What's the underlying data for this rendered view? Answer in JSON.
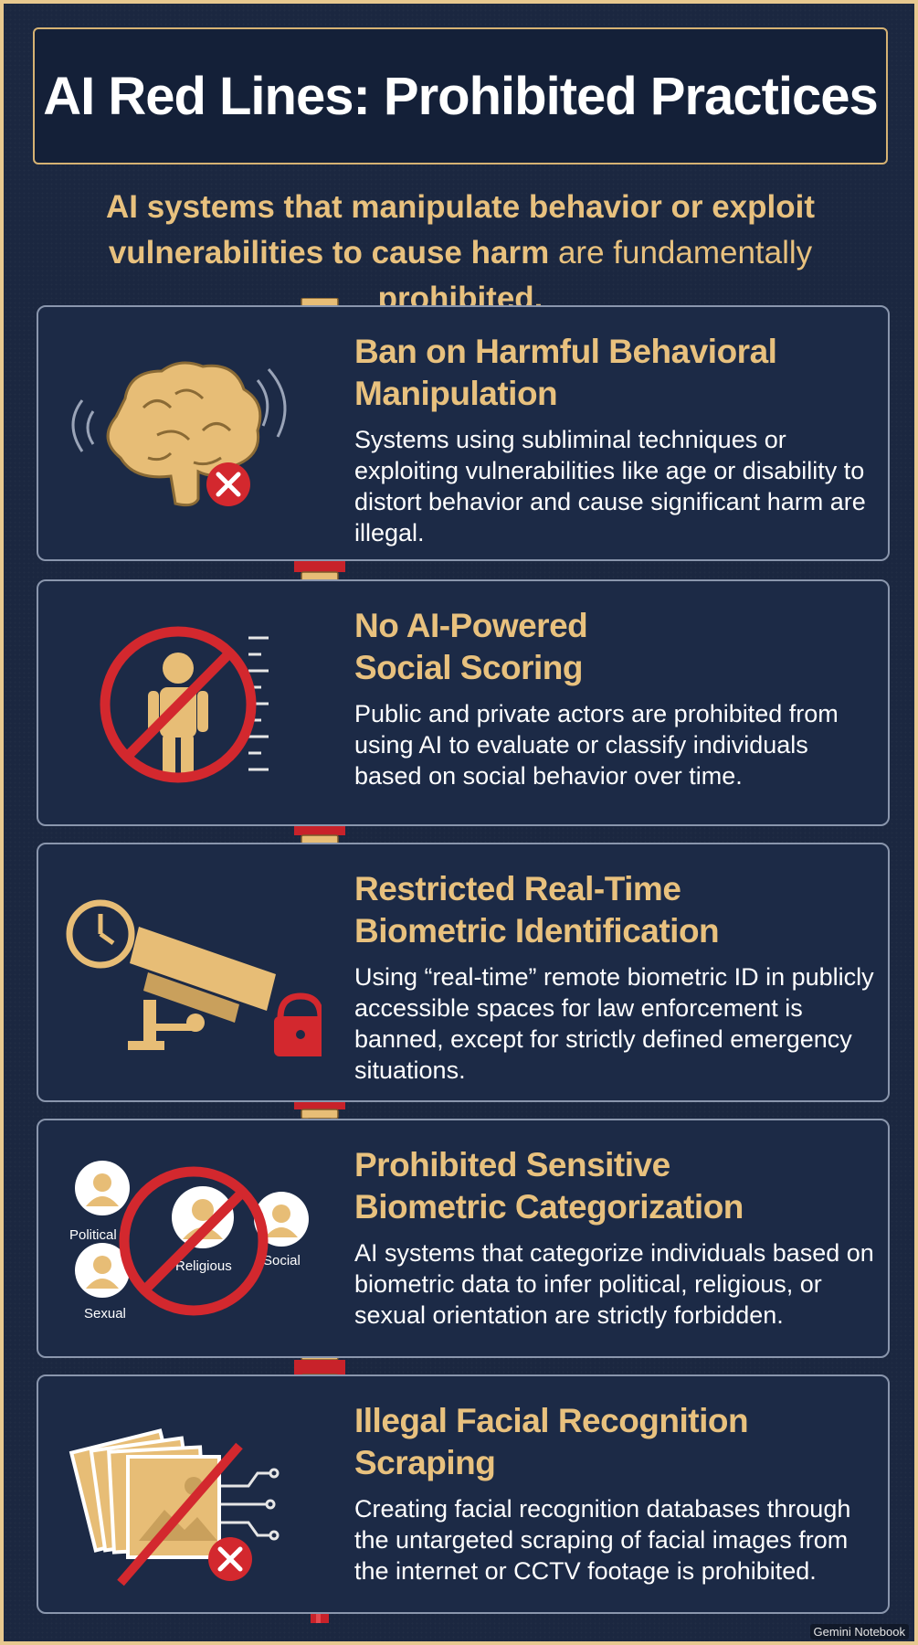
{
  "title": "AI Red Lines: Prohibited Practices",
  "subtitle": {
    "line1": "AI systems that manipulate behavior or exploit",
    "line2_bold": "vulnerabilities to cause harm",
    "line2_normal": " are fundamentally ",
    "line2_end": "prohibited."
  },
  "sections": [
    {
      "heading_1": "Ban on Harmful Behavioral",
      "heading_2": "Manipulation",
      "body": "Systems using subliminal techniques or exploiting vulnerabilities like age or disability to distort behavior and cause significant harm are illegal.",
      "icon": "brain-with-x-icon"
    },
    {
      "heading_1": "No AI-Powered",
      "heading_2": "Social Scoring",
      "body": "Public and private actors are prohibited from using AI to evaluate or classify individuals based on social behavior over time.",
      "icon": "person-prohibited-icon"
    },
    {
      "heading_1": "Restricted Real-Time",
      "heading_2": "Biometric Identification",
      "body": "Using “real-time” remote biometric ID in publicly accessible spaces for law enforcement is banned, except for strictly defined emergency situations.",
      "icon": "surveillance-camera-lock-icon"
    },
    {
      "heading_1": "Prohibited Sensitive",
      "heading_2": "Biometric Categorization",
      "body": "AI systems that categorize individuals based on biometric data to infer political, religious, or sexual orientation are strictly forbidden.",
      "icon": "categorization-prohibited-icon",
      "icon_labels": {
        "political": "Political",
        "religious": "Religious",
        "social": "Social",
        "sexual": "Sexual"
      }
    },
    {
      "heading_1": "Illegal Facial Recognition",
      "heading_2": "Scraping",
      "body": "Creating facial recognition databases through the untargeted scraping of facial images from the internet or CCTV footage is prohibited.",
      "icon": "photos-scraping-x-icon"
    }
  ],
  "watermark": "Gemini Notebook",
  "colors": {
    "background": "#1b2740",
    "gold": "#e8c17e",
    "red": "#d3282e",
    "border": "#d6b273"
  }
}
